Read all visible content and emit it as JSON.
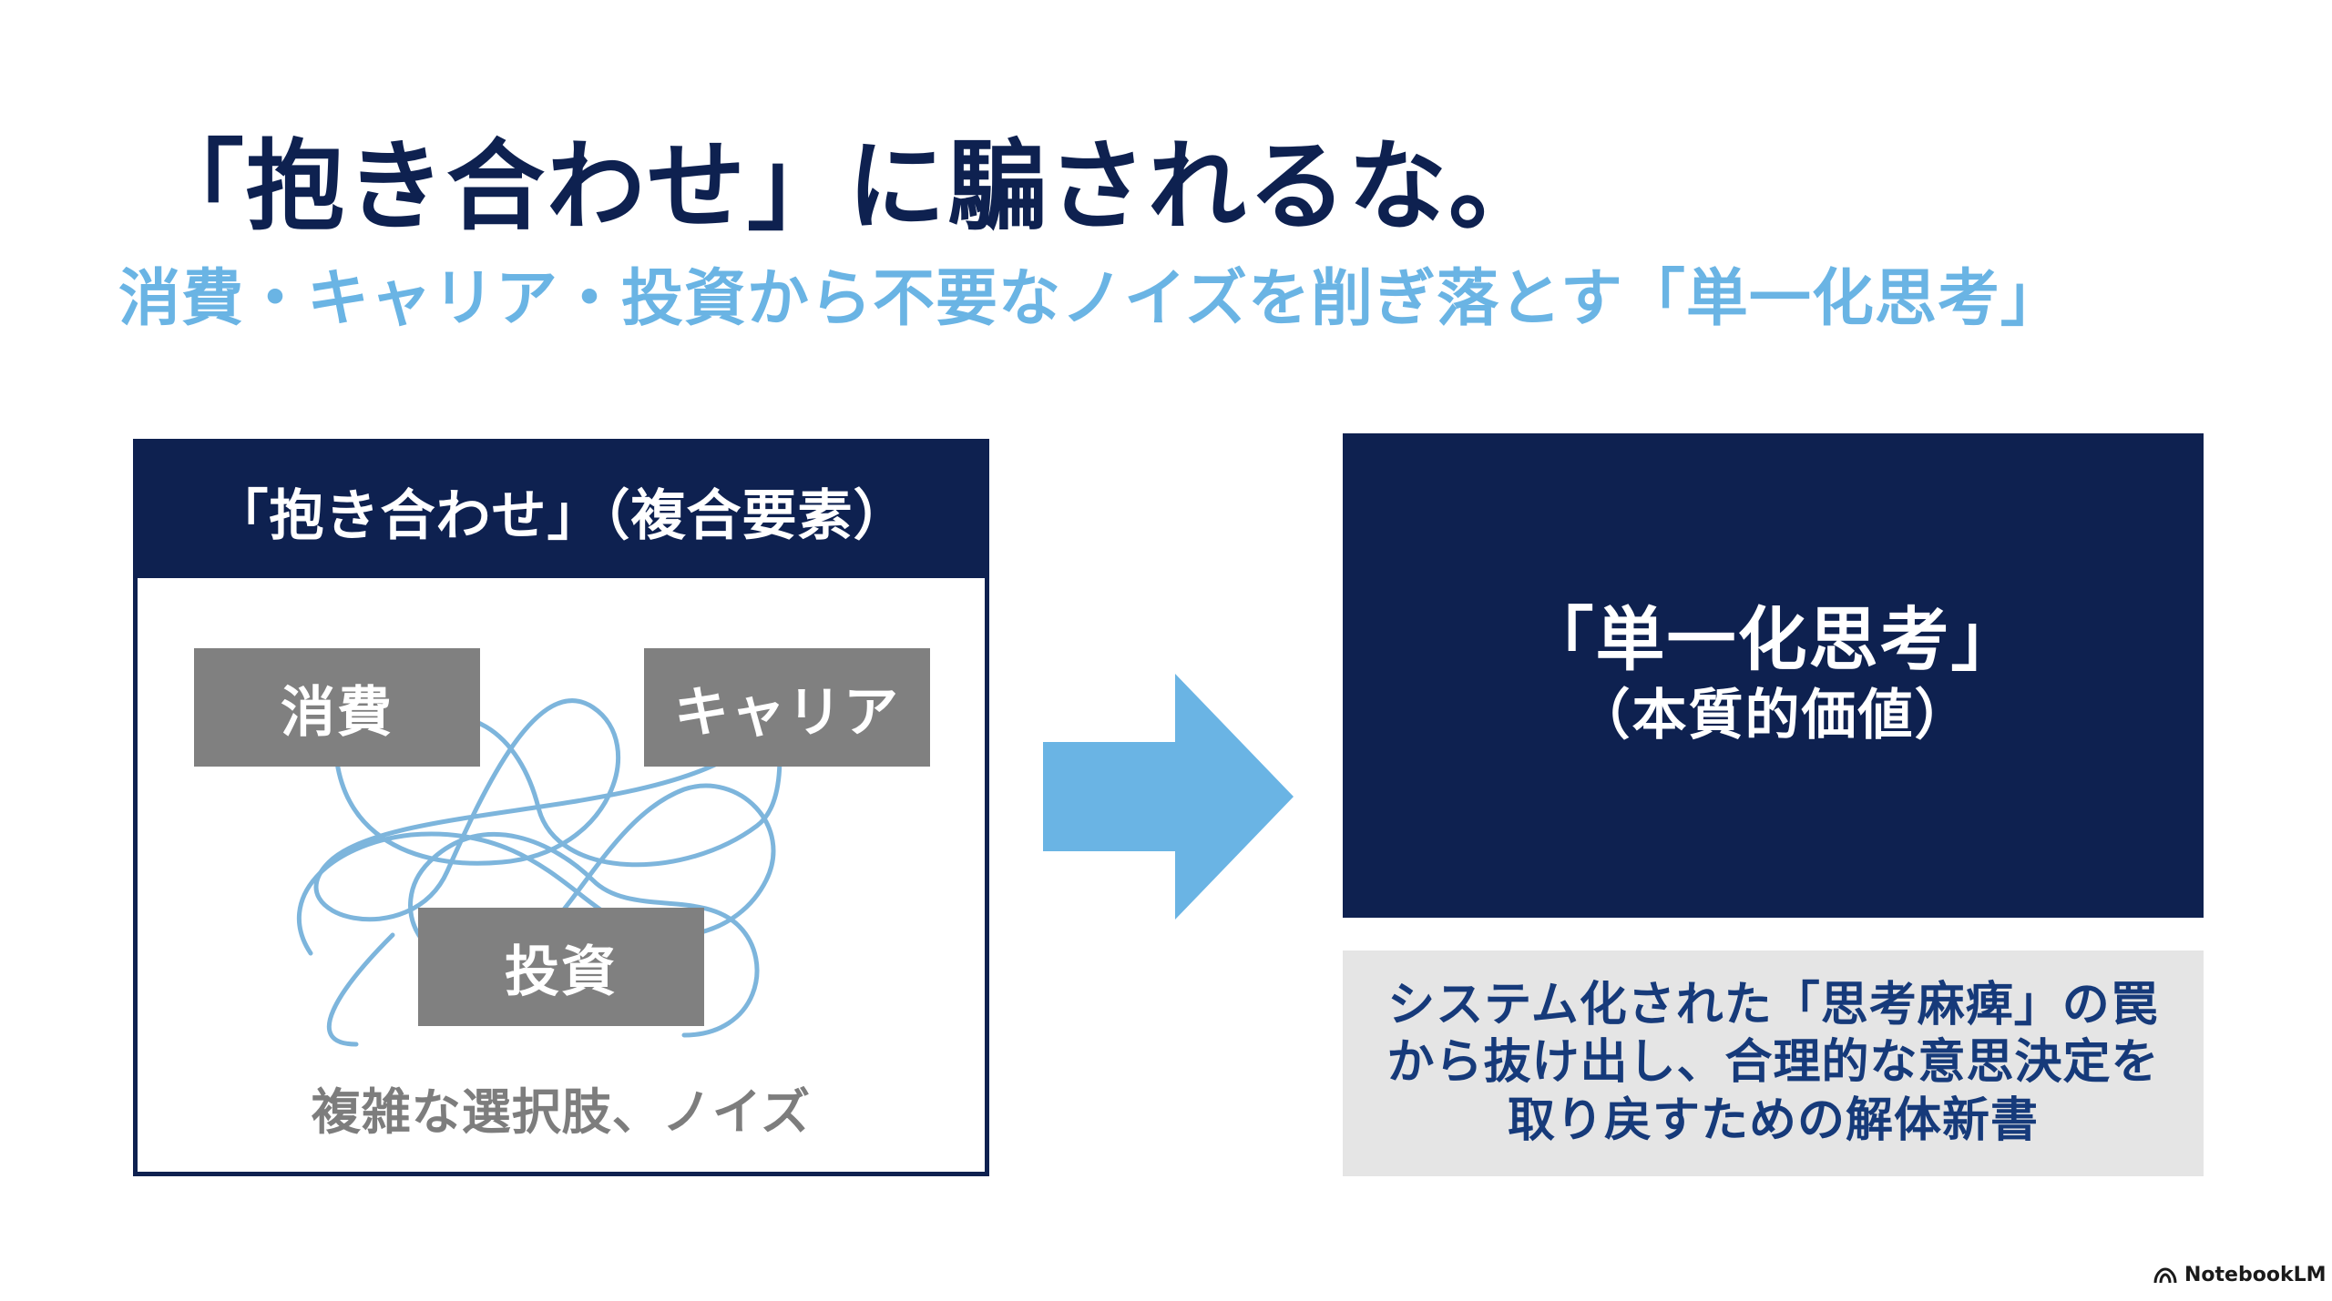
{
  "title": "「抱き合わせ」に騙されるな。",
  "subtitle": "消費・キャリア・投資から不要なノイズを削ぎ落とす「単一化思考」",
  "left_panel": {
    "header": "「抱き合わせ」（複合要素）",
    "boxes": [
      "消費",
      "キャリア",
      "投資"
    ],
    "caption": "複雑な選択肢、ノイズ"
  },
  "right_panel": {
    "title": "「単一化思考」",
    "subtitle": "（本質的価値）",
    "description": "システム化された「思考麻痺」の罠から抜け出し、合理的な意思決定を取り戻すための解体新書"
  },
  "logo": {
    "text": "NotebookLM",
    "icon": "notebooklm-logo-icon"
  },
  "colors": {
    "navy": "#0e2150",
    "light_blue": "#6ab4e4",
    "gray_box": "#808080",
    "desc_bg": "#e5e5e5",
    "desc_text": "#163a7a"
  }
}
